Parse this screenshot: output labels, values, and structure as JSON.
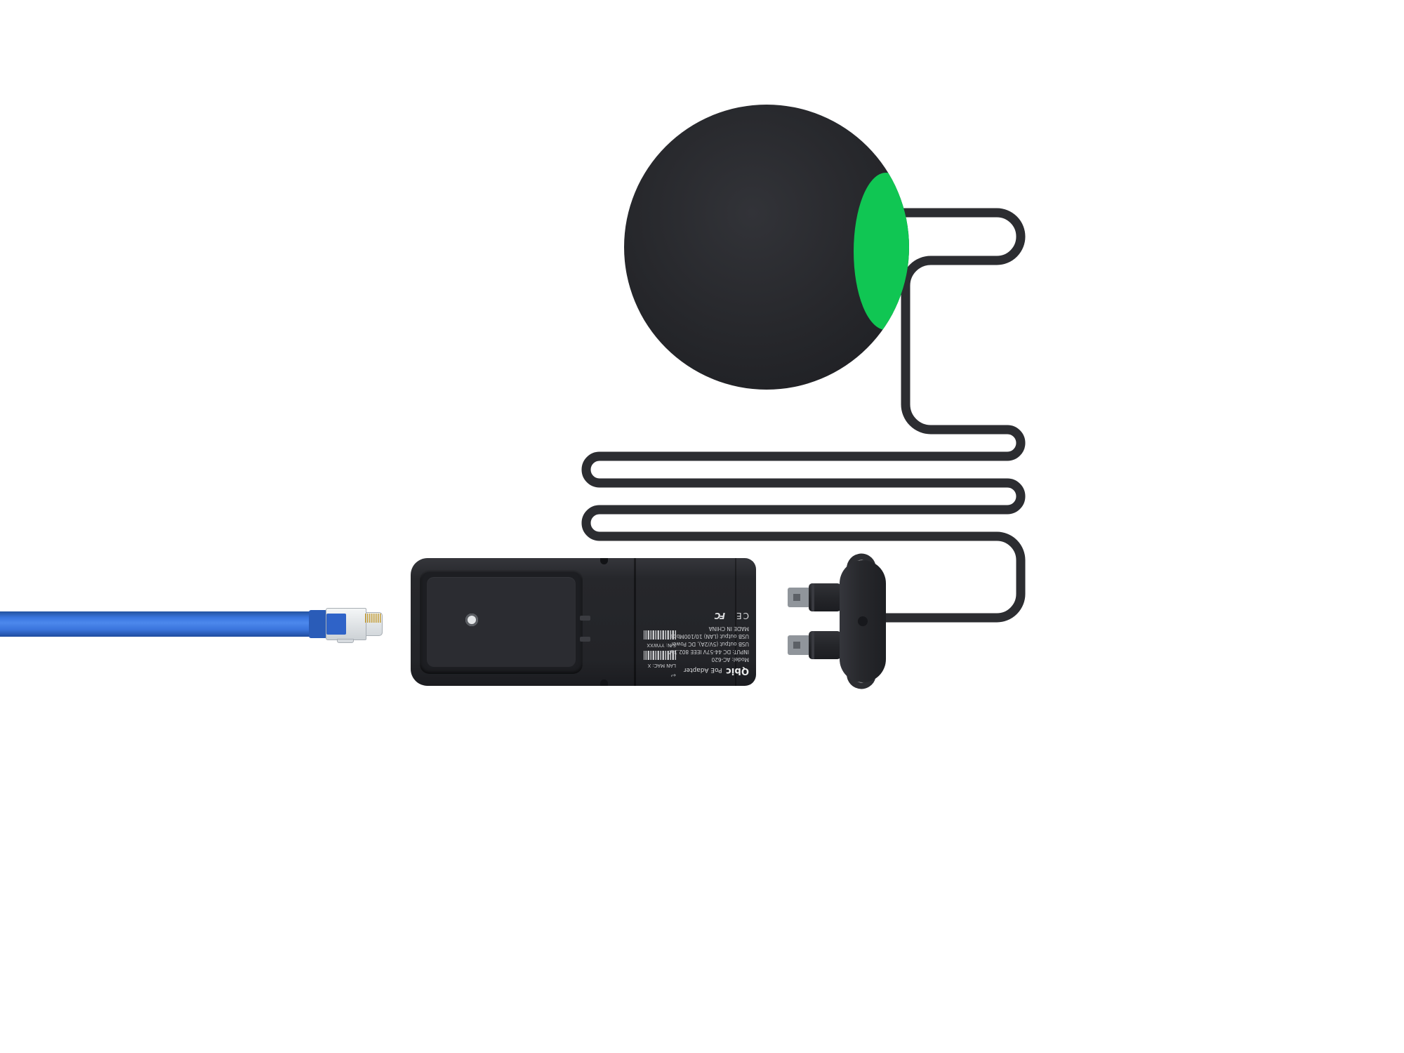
{
  "scene": {
    "background": "#ffffff"
  },
  "colors": {
    "background": "#ffffff",
    "device_black": "#26272b",
    "cable_black": "#2c2d31",
    "accent_green": "#10c653",
    "ethernet_blue": "#3a74dc",
    "metal_gray": "#90959b",
    "pin_gold": "#c59d35",
    "label_text": "#c9cacd"
  },
  "adapter_label": {
    "brand": "Qbic",
    "product": "PoE Adapter",
    "model": "Model: AC-620",
    "input": "INPUT: DC 44-57V IEEE 802.3af",
    "usb_power": "USB output (5V/2A), DC Power",
    "usb_lan": "USB output (LAN)  10/100Mbps",
    "made_in": "MADE IN CHINA",
    "serial": "S/N: YYWXX",
    "lan_mac": "LAN MAC: X",
    "ce_mark": "CE",
    "fcc_mark": "FC"
  },
  "glyphs": {
    "corner_mark": "↩"
  }
}
